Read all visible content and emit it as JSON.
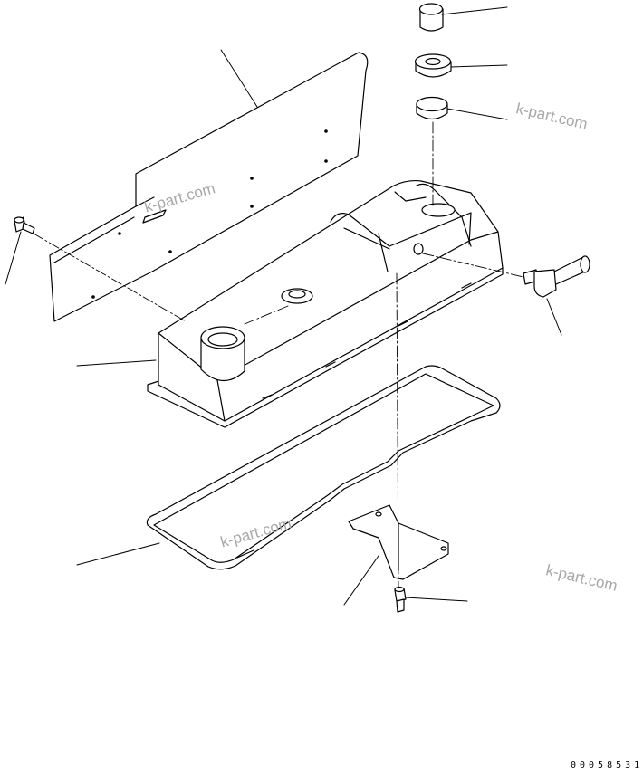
{
  "watermarks": [
    "k-part.com",
    "k-part.com",
    "k-part.com",
    "k-part.com"
  ],
  "drawing_number": "00058531",
  "colors": {
    "line": "#000000",
    "watermark": "#a8a8a8",
    "background": "#ffffff"
  },
  "parts": [
    "cap-plug-icon",
    "grommet-upper-icon",
    "grommet-lower-icon",
    "rocker-cover-icon",
    "insulator-plate-icon",
    "bolt-left-icon",
    "elbow-connector-icon",
    "cover-gasket-icon",
    "bracket-icon",
    "bolt-bottom-icon"
  ]
}
